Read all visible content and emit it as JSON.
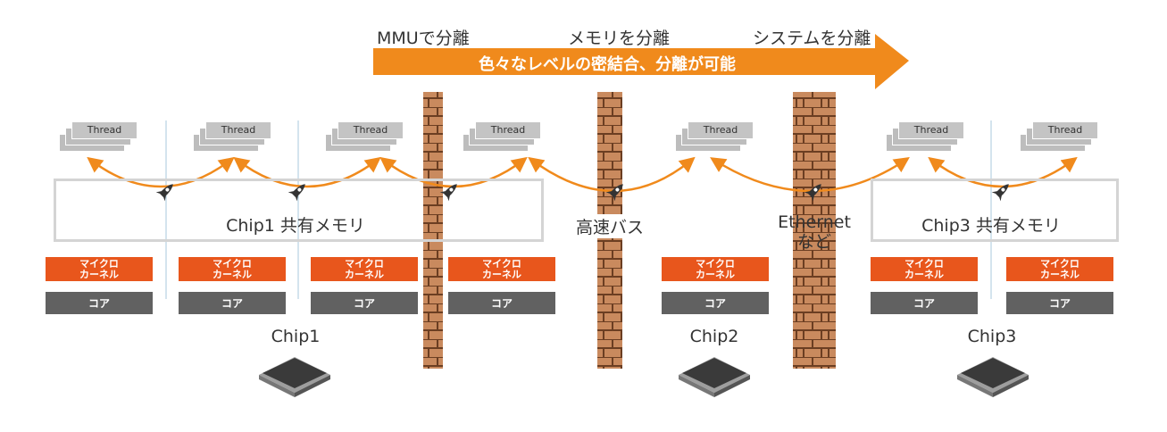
{
  "top_labels": {
    "mmu": "MMUで分離",
    "memory": "メモリを分離",
    "system": "システムを分離"
  },
  "arrow_text": "色々なレベルの密結合、分離が可能",
  "thread_label": "Thread",
  "micro_kernel_label": "マイクロ\nカーネル",
  "core_label": "コア",
  "shared_memory_1": "Chip1 共有メモリ",
  "shared_memory_3": "Chip3 共有メモリ",
  "bus_label": "高速バス",
  "ethernet_label": "Ethernet\nなど",
  "chips": [
    "Chip1",
    "Chip2",
    "Chip3"
  ],
  "colors": {
    "arrow": "#F08A1C",
    "kernel": "#E8561C",
    "core": "#616161",
    "brick": "#C98A5E",
    "mortar": "#7A4A2A"
  }
}
